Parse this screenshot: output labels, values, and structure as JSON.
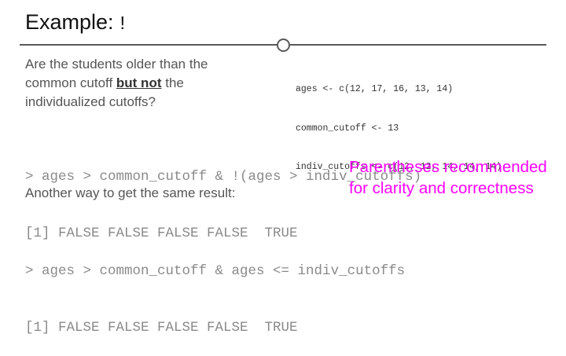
{
  "slide": {
    "title_text": "Example:",
    "title_code": "!",
    "question": {
      "part1": "Are the students older than the common cutoff ",
      "emphasis": "but not",
      "part2": " the individualized cutoffs?"
    },
    "setup_code": [
      "ages <- c(12, 17, 16, 13, 14)",
      "common_cutoff <- 13",
      "indiv_cutoffs <- c(12, 12, 14, 14, 14)"
    ],
    "example1": {
      "command": "> ages > common_cutoff & !(ages > indiv_cutoffs)",
      "output": "[1] FALSE FALSE FALSE FALSE  TRUE"
    },
    "note": [
      "Parentheses recommended",
      "for clarity and correctness"
    ],
    "alt_heading": "Another way to get the same result:",
    "example2": {
      "command": "> ages > common_cutoff & ages <= indiv_cutoffs",
      "output": "[1] FALSE FALSE FALSE FALSE  TRUE"
    }
  },
  "colors": {
    "title": "#111111",
    "divider": "#595959",
    "body_text": "#555555",
    "console_text": "#8a8a8a",
    "note": "#ff00ff"
  }
}
